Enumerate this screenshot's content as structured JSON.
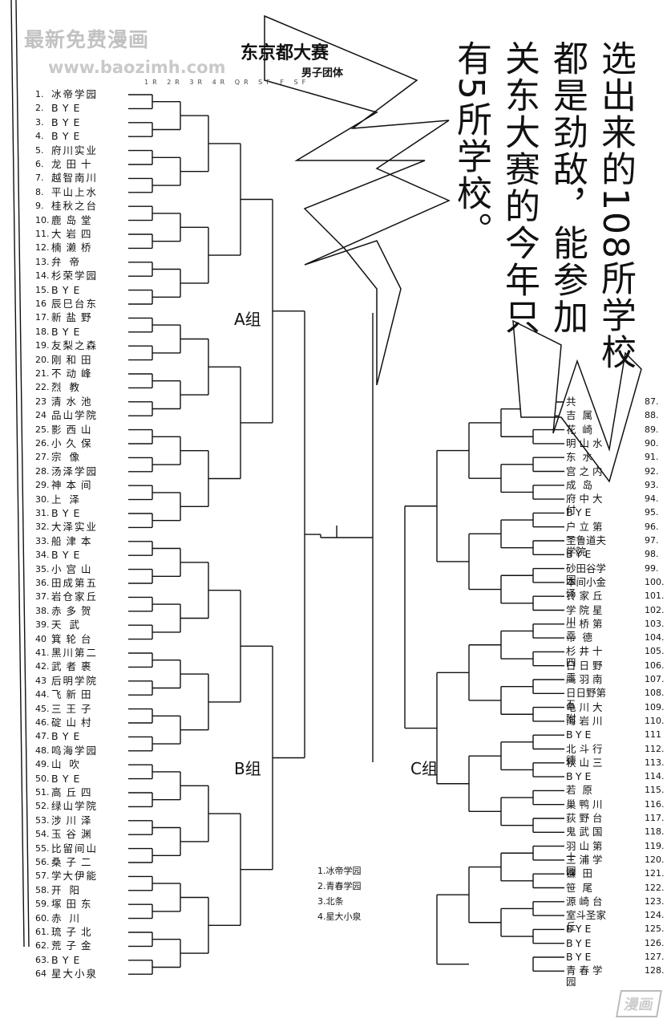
{
  "watermark": {
    "line1": "最新免费漫画",
    "line2": "www.baozimh.com"
  },
  "title": "东京都大赛",
  "subtitle": "男子团体",
  "rounds_header": "1R 2R 3R 4R QR SF F SF",
  "narration": [
    "选出来的108所学校",
    "都是劲敌，能参加",
    "关东大赛的今年只",
    "有5所学校。"
  ],
  "groups": {
    "a": "A组",
    "b": "B组",
    "c": "C组"
  },
  "legend": [
    "1.冰帝学园",
    "2.青春学园",
    "3.北条",
    "4.星大小泉"
  ],
  "left_entries": [
    {
      "num": "1.",
      "name": "冰帝学园"
    },
    {
      "num": "2.",
      "name": "BYE"
    },
    {
      "num": "3.",
      "name": "BYE"
    },
    {
      "num": "4.",
      "name": "BYE"
    },
    {
      "num": "5.",
      "name": "府川实业"
    },
    {
      "num": "6.",
      "name": "龙田十"
    },
    {
      "num": "7.",
      "name": "越智南川"
    },
    {
      "num": "8.",
      "name": "平山上水"
    },
    {
      "num": "9.",
      "name": "桂秋之台"
    },
    {
      "num": "10.",
      "name": "鹿岛堂"
    },
    {
      "num": "11.",
      "name": "大岩四"
    },
    {
      "num": "12.",
      "name": "楠濑桥"
    },
    {
      "num": "13.",
      "name": "弁帝"
    },
    {
      "num": "14.",
      "name": "杉荣学园"
    },
    {
      "num": "15.",
      "name": "BYE"
    },
    {
      "num": "16",
      "name": "辰巳台东"
    },
    {
      "num": "17.",
      "name": "新盐野"
    },
    {
      "num": "18.",
      "name": "BYE"
    },
    {
      "num": "19.",
      "name": "友梨之森"
    },
    {
      "num": "20.",
      "name": "刚和田"
    },
    {
      "num": "21.",
      "name": "不动峰"
    },
    {
      "num": "22.",
      "name": "烈教"
    },
    {
      "num": "23",
      "name": "清水池"
    },
    {
      "num": "24",
      "name": "品山学院"
    },
    {
      "num": "25.",
      "name": "影西山"
    },
    {
      "num": "26.",
      "name": "小久保"
    },
    {
      "num": "27.",
      "name": "宗像"
    },
    {
      "num": "28.",
      "name": "汤泽学园"
    },
    {
      "num": "29.",
      "name": "神本间"
    },
    {
      "num": "30.",
      "name": "上泽"
    },
    {
      "num": "31.",
      "name": "BYE"
    },
    {
      "num": "32.",
      "name": "大泽实业"
    },
    {
      "num": "33.",
      "name": "船津本"
    },
    {
      "num": "34.",
      "name": "BYE"
    },
    {
      "num": "35.",
      "name": "小宫山"
    },
    {
      "num": "36.",
      "name": "田成第五"
    },
    {
      "num": "37.",
      "name": "岩仓家丘"
    },
    {
      "num": "38.",
      "name": "赤多贺"
    },
    {
      "num": "39.",
      "name": "天武"
    },
    {
      "num": "40",
      "name": "箕轮台"
    },
    {
      "num": "41.",
      "name": "黑川第二"
    },
    {
      "num": "42.",
      "name": "武者裹"
    },
    {
      "num": "43",
      "name": "后明学院"
    },
    {
      "num": "44.",
      "name": "飞新田"
    },
    {
      "num": "45.",
      "name": "三王子"
    },
    {
      "num": "46.",
      "name": "碇山村"
    },
    {
      "num": "47.",
      "name": "BYE"
    },
    {
      "num": "48.",
      "name": "鸣海学园"
    },
    {
      "num": "49.",
      "name": "山吹"
    },
    {
      "num": "50.",
      "name": "BYE"
    },
    {
      "num": "51.",
      "name": "高丘四"
    },
    {
      "num": "52.",
      "name": "绿山学院"
    },
    {
      "num": "53.",
      "name": "涉川泽"
    },
    {
      "num": "54.",
      "name": "玉谷渊"
    },
    {
      "num": "55.",
      "name": "比留间山"
    },
    {
      "num": "56.",
      "name": "桑子二"
    },
    {
      "num": "57.",
      "name": "学大伊能"
    },
    {
      "num": "58.",
      "name": "开阳"
    },
    {
      "num": "59.",
      "name": "塚田东"
    },
    {
      "num": "60.",
      "name": "赤川"
    },
    {
      "num": "61.",
      "name": "琉子北"
    },
    {
      "num": "62.",
      "name": "荒子金"
    },
    {
      "num": "63.",
      "name": "BYE"
    },
    {
      "num": "64",
      "name": "星大小泉"
    }
  ],
  "right_entries": [
    {
      "num": "87.",
      "name": "共"
    },
    {
      "num": "88.",
      "name": "吉属"
    },
    {
      "num": "89.",
      "name": "花崎"
    },
    {
      "num": "90.",
      "name": "明山水"
    },
    {
      "num": "91.",
      "name": "东水"
    },
    {
      "num": "92.",
      "name": "宫之内"
    },
    {
      "num": "93.",
      "name": "成岛"
    },
    {
      "num": "94.",
      "name": "府中大付"
    },
    {
      "num": "95.",
      "name": "BYE"
    },
    {
      "num": "96.",
      "name": "户立第一"
    },
    {
      "num": "97.",
      "name": "圣鲁道夫学院"
    },
    {
      "num": "98.",
      "name": "BYE"
    },
    {
      "num": "99.",
      "name": "砂田谷学园"
    },
    {
      "num": "100.",
      "name": "本间小金泽"
    },
    {
      "num": "101.",
      "name": "铃家丘"
    },
    {
      "num": "102.",
      "name": "学院星川"
    },
    {
      "num": "103.",
      "name": "土桥第二"
    },
    {
      "num": "104.",
      "name": "帝德"
    },
    {
      "num": "105.",
      "name": "杉井十四"
    },
    {
      "num": "106.",
      "name": "日日野二"
    },
    {
      "num": "107.",
      "name": "鹰羽南"
    },
    {
      "num": "108.",
      "name": "日日野第五"
    },
    {
      "num": "109.",
      "name": "龟川大附"
    },
    {
      "num": "110.",
      "name": "海岩川"
    },
    {
      "num": "111",
      "name": "BYE"
    },
    {
      "num": "112.",
      "name": "北斗行德"
    },
    {
      "num": "113.",
      "name": "秋山三"
    },
    {
      "num": "114.",
      "name": "BYE"
    },
    {
      "num": "115.",
      "name": "若原"
    },
    {
      "num": "116.",
      "name": "巢鸭川"
    },
    {
      "num": "117.",
      "name": "荻野台"
    },
    {
      "num": "118.",
      "name": "鬼武国"
    },
    {
      "num": "119.",
      "name": "羽山第十"
    },
    {
      "num": "120.",
      "name": "三浦学园"
    },
    {
      "num": "121.",
      "name": "镰田"
    },
    {
      "num": "122.",
      "name": "笹尾"
    },
    {
      "num": "123.",
      "name": "源崎台"
    },
    {
      "num": "124.",
      "name": "室斗圣家丘"
    },
    {
      "num": "125.",
      "name": "BYE"
    },
    {
      "num": "126.",
      "name": "BYE"
    },
    {
      "num": "127.",
      "name": "BYE"
    },
    {
      "num": "128.",
      "name": "青春学园"
    }
  ],
  "logo": "漫画"
}
